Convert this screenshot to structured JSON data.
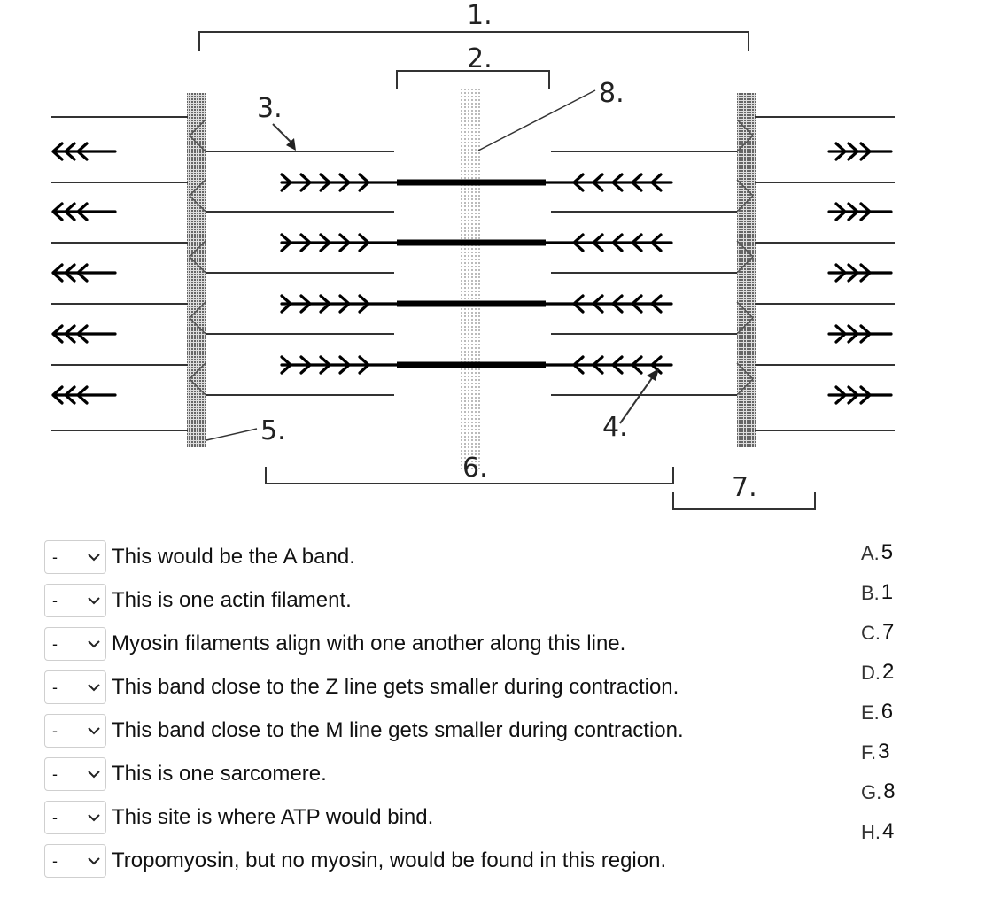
{
  "diagram": {
    "labels": [
      "1.",
      "2.",
      "3.",
      "4.",
      "5.",
      "6.",
      "7.",
      "8."
    ]
  },
  "questions": [
    {
      "selected": "-",
      "text": "This would be the A band."
    },
    {
      "selected": "-",
      "text": "This is one actin filament."
    },
    {
      "selected": "-",
      "text": "Myosin filaments align with one another along this line."
    },
    {
      "selected": "-",
      "text": "This band close to the Z line gets smaller during contraction."
    },
    {
      "selected": "-",
      "text": "This band close to the M line gets smaller during contraction."
    },
    {
      "selected": "-",
      "text": "This is one sarcomere."
    },
    {
      "selected": "-",
      "text": "This site is where ATP would bind."
    },
    {
      "selected": "-",
      "text": "Tropomyosin, but no myosin, would be found in this region."
    }
  ],
  "options": [
    {
      "letter": "A.",
      "value": "5"
    },
    {
      "letter": "B.",
      "value": "1"
    },
    {
      "letter": "C.",
      "value": "7"
    },
    {
      "letter": "D.",
      "value": "2"
    },
    {
      "letter": "E.",
      "value": "6"
    },
    {
      "letter": "F.",
      "value": "3"
    },
    {
      "letter": "G.",
      "value": "8"
    },
    {
      "letter": "H.",
      "value": "4"
    }
  ],
  "icons": {
    "dropdown": "chevron-down-icon"
  }
}
